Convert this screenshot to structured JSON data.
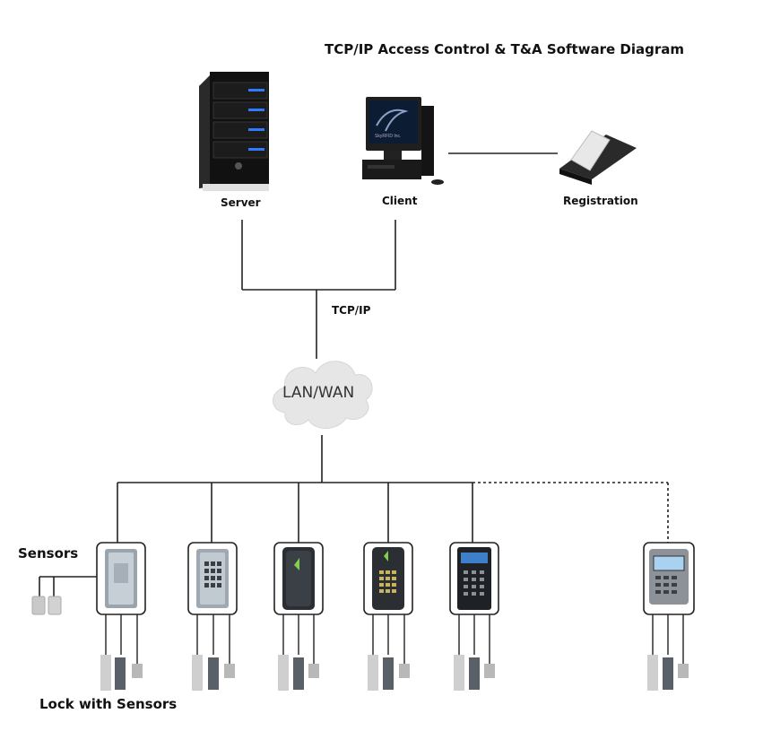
{
  "title": "TCP/IP Access Control & T&A Software Diagram",
  "nodes": {
    "server": "Server",
    "client": "Client",
    "registration": "Registration",
    "network_link": "TCP/IP",
    "cloud": "LAN/WAN",
    "sensors": "Sensors",
    "lock_with_sensors": "Lock with Sensors"
  },
  "monitor_brand": "SkyRFID Inc.",
  "controllers": [
    {
      "type": "proximity-reader"
    },
    {
      "type": "metal-keypad"
    },
    {
      "type": "dark-proximity-reader"
    },
    {
      "type": "dark-keypad-reader"
    },
    {
      "type": "lcd-keypad-reader"
    },
    {
      "type": "lcd-terminal",
      "link": "dotted"
    }
  ],
  "colors": {
    "line": "#222222",
    "cloud": "#e6e6e6",
    "server_led": "#2e7bff",
    "device_dark": "#2b2f33"
  }
}
